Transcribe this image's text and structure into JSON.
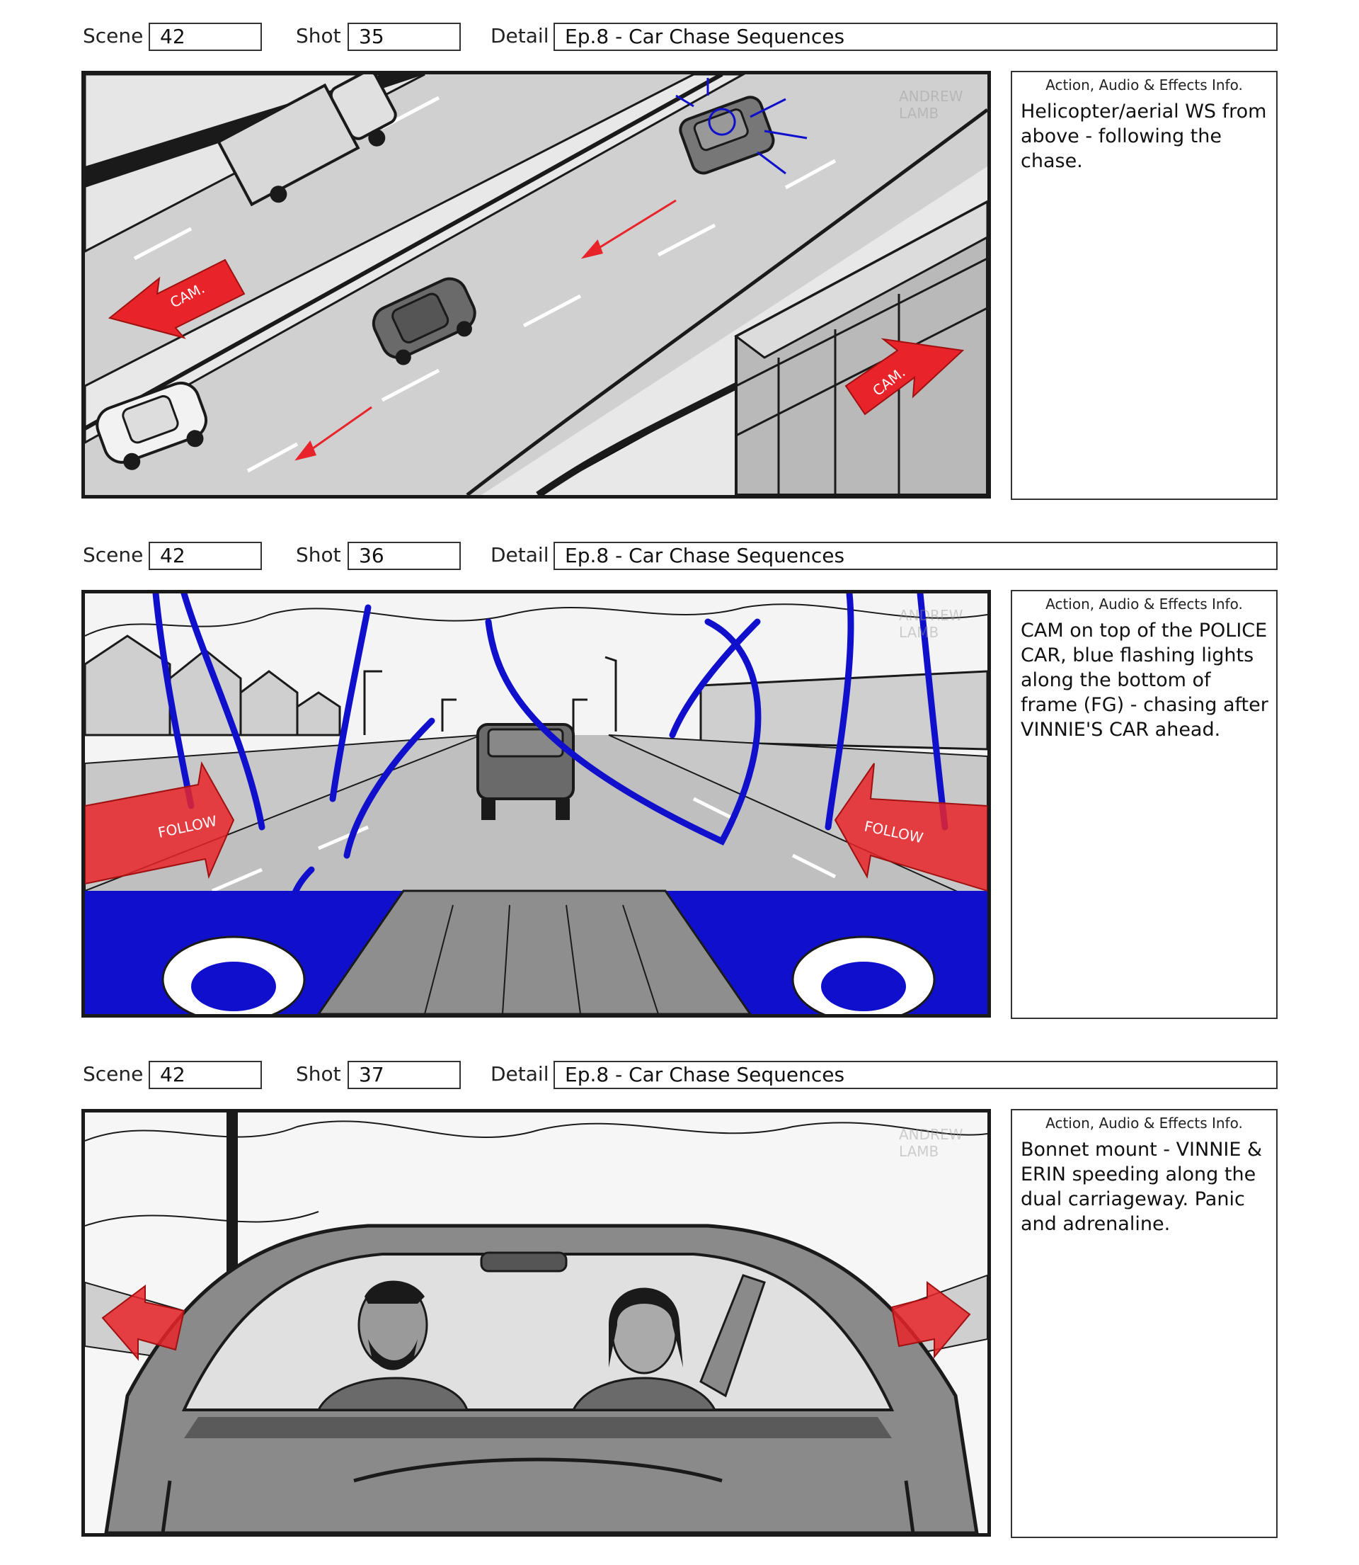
{
  "labels": {
    "scene": "Scene",
    "shot": "Shot",
    "detail": "Detail",
    "notes_header": "Action, Audio & Effects Info."
  },
  "watermark": {
    "line1": "ANDREW",
    "line2": "LAMB"
  },
  "colors": {
    "camera_arrow": "#e8242a",
    "police_light": "#1010cc",
    "ink": "#1a1a1a"
  },
  "shots": [
    {
      "scene": "42",
      "shot": "35",
      "detail": "Ep.8 - Car Chase Sequences",
      "notes": "Helicopter/aerial WS from above - following the chase.",
      "annotations": [
        "CAM.",
        "CAM."
      ]
    },
    {
      "scene": "42",
      "shot": "36",
      "detail": "Ep.8 - Car Chase Sequences",
      "notes": "CAM on top of the POLICE CAR, blue flashing lights along the bottom of frame (FG) - chasing after VINNIE'S CAR ahead.",
      "annotations": [
        "FOLLOW",
        "FOLLOW"
      ]
    },
    {
      "scene": "42",
      "shot": "37",
      "detail": "Ep.8 - Car Chase Sequences",
      "notes": "Bonnet mount - VINNIE & ERIN speeding along the dual carriageway. Panic and adrenaline.",
      "annotations": []
    }
  ]
}
